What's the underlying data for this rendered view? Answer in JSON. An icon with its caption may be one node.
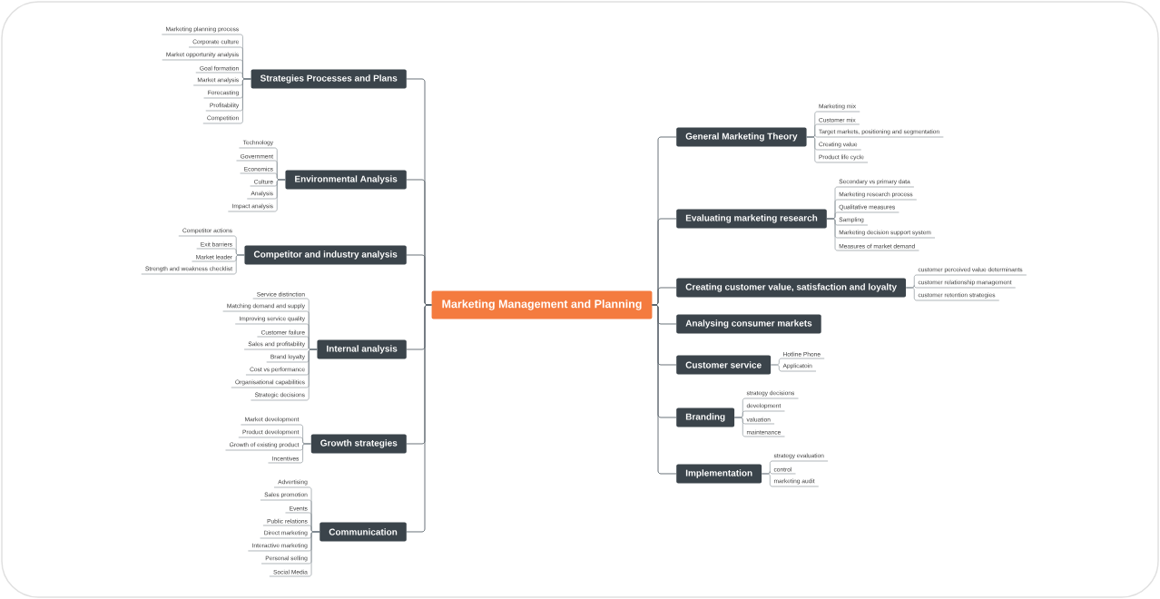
{
  "diagram": {
    "nodes": [
      {
        "text": [
          "Marketing Management and Planning"
        ]
      },
      {
        "text": [
          "Strategies Processes and Plans"
        ]
      },
      {
        "text": [
          "Marketing planning process"
        ]
      },
      {
        "text": [
          "Corporate culture"
        ]
      },
      {
        "text": [
          "Market opportunity analysis"
        ]
      },
      {
        "text": [
          "Goal formation"
        ]
      },
      {
        "text": [
          "Market analysis"
        ]
      },
      {
        "text": [
          "Forecasting"
        ]
      },
      {
        "text": [
          "Profitability"
        ]
      },
      {
        "text": [
          "Competition"
        ]
      },
      {
        "text": [
          "Environmental Analysis"
        ]
      },
      {
        "text": [
          "Technology"
        ]
      },
      {
        "text": [
          "Government"
        ]
      },
      {
        "text": [
          "Economics"
        ]
      },
      {
        "text": [
          "Culture"
        ]
      },
      {
        "text": [
          "Analysis"
        ]
      },
      {
        "text": [
          "Impact analysis"
        ]
      },
      {
        "text": [
          "Competitor and industry analysis"
        ]
      },
      {
        "text": [
          "Competitor actions"
        ]
      },
      {
        "text": [
          "Exit barriers"
        ]
      },
      {
        "text": [
          "Market leader"
        ]
      },
      {
        "text": [
          "Strength and weakness checklist"
        ]
      },
      {
        "text": [
          "Internal analysis"
        ]
      },
      {
        "text": [
          "Service distinction"
        ]
      },
      {
        "text": [
          "Matching demand and supply"
        ]
      },
      {
        "text": [
          "Improving service quality"
        ]
      },
      {
        "text": [
          "Customer failure"
        ]
      },
      {
        "text": [
          "Sales and profitability"
        ]
      },
      {
        "text": [
          "Brand loyalty"
        ]
      },
      {
        "text": [
          "Cost vs performance"
        ]
      },
      {
        "text": [
          "Organisational capabilities"
        ]
      },
      {
        "text": [
          "Strategic decisions"
        ]
      },
      {
        "text": [
          "Growth strategies"
        ]
      },
      {
        "text": [
          "Market development"
        ]
      },
      {
        "text": [
          "Product development"
        ]
      },
      {
        "text": [
          "Growth of existing product"
        ]
      },
      {
        "text": [
          "Incentives"
        ]
      },
      {
        "text": [
          "Communication"
        ]
      },
      {
        "text": [
          "Advertising"
        ]
      },
      {
        "text": [
          "Sales promotion"
        ]
      },
      {
        "text": [
          "Events"
        ]
      },
      {
        "text": [
          "Public relations"
        ]
      },
      {
        "text": [
          "Direct marketing"
        ]
      },
      {
        "text": [
          "Interactive marketing"
        ]
      },
      {
        "text": [
          "Personal selling"
        ]
      },
      {
        "text": [
          "Social Media"
        ]
      },
      {
        "text": [
          "General Marketing Theory"
        ]
      },
      {
        "text": [
          "Marketing mix"
        ]
      },
      {
        "text": [
          "Customer mix"
        ]
      },
      {
        "text": [
          "Target markets, positioning and segmentation"
        ]
      },
      {
        "text": [
          "Creating value"
        ]
      },
      {
        "text": [
          "Product life cycle"
        ]
      },
      {
        "text": [
          "Evaluating marketing research"
        ]
      },
      {
        "text": [
          "Secondary vs primary data"
        ]
      },
      {
        "text": [
          "Marketing research process"
        ]
      },
      {
        "text": [
          "Qualitative measures"
        ]
      },
      {
        "text": [
          "Sampling"
        ]
      },
      {
        "text": [
          "Marketing decision support system"
        ]
      },
      {
        "text": [
          "Measures of market demand"
        ]
      },
      {
        "text": [
          "Creating customer value, satisfaction and loyalty"
        ]
      },
      {
        "text": [
          "customer perceived value determinants"
        ]
      },
      {
        "text": [
          "customer relationship management"
        ]
      },
      {
        "text": [
          "customer retention strategies"
        ]
      },
      {
        "text": [
          "Analysing consumer markets"
        ]
      },
      {
        "text": [
          "Customer service"
        ]
      },
      {
        "text": [
          "Hotline Phone"
        ]
      },
      {
        "text": [
          "Applicatoin"
        ]
      },
      {
        "text": [
          "Branding"
        ]
      },
      {
        "text": [
          "strategy decisions"
        ]
      },
      {
        "text": [
          "development"
        ]
      },
      {
        "text": [
          "valuation"
        ]
      },
      {
        "text": [
          "maintenance"
        ]
      },
      {
        "text": [
          "Implementation"
        ]
      },
      {
        "text": [
          "strategy evaluation"
        ]
      },
      {
        "text": [
          "control"
        ]
      },
      {
        "text": [
          "marketing audit"
        ]
      }
    ],
    "edges": [
      {
        "from": 0,
        "to": 1,
        "arrow": "none"
      },
      {
        "from": 1,
        "to": 2,
        "arrow": "none"
      },
      {
        "from": 1,
        "to": 3,
        "arrow": "none"
      },
      {
        "from": 1,
        "to": 4,
        "arrow": "none"
      },
      {
        "from": 1,
        "to": 5,
        "arrow": "none"
      },
      {
        "from": 1,
        "to": 6,
        "arrow": "none"
      },
      {
        "from": 1,
        "to": 7,
        "arrow": "none"
      },
      {
        "from": 1,
        "to": 8,
        "arrow": "none"
      },
      {
        "from": 1,
        "to": 9,
        "arrow": "none"
      },
      {
        "from": 0,
        "to": 10,
        "arrow": "none"
      },
      {
        "from": 10,
        "to": 11,
        "arrow": "none"
      },
      {
        "from": 10,
        "to": 12,
        "arrow": "none"
      },
      {
        "from": 10,
        "to": 13,
        "arrow": "none"
      },
      {
        "from": 10,
        "to": 14,
        "arrow": "none"
      },
      {
        "from": 10,
        "to": 15,
        "arrow": "none"
      },
      {
        "from": 10,
        "to": 16,
        "arrow": "none"
      },
      {
        "from": 0,
        "to": 17,
        "arrow": "none"
      },
      {
        "from": 17,
        "to": 18,
        "arrow": "none"
      },
      {
        "from": 17,
        "to": 19,
        "arrow": "none"
      },
      {
        "from": 17,
        "to": 20,
        "arrow": "none"
      },
      {
        "from": 17,
        "to": 21,
        "arrow": "none"
      },
      {
        "from": 0,
        "to": 22,
        "arrow": "none"
      },
      {
        "from": 22,
        "to": 23,
        "arrow": "none"
      },
      {
        "from": 22,
        "to": 24,
        "arrow": "none"
      },
      {
        "from": 22,
        "to": 25,
        "arrow": "none"
      },
      {
        "from": 22,
        "to": 26,
        "arrow": "none"
      },
      {
        "from": 22,
        "to": 27,
        "arrow": "none"
      },
      {
        "from": 22,
        "to": 28,
        "arrow": "none"
      },
      {
        "from": 22,
        "to": 29,
        "arrow": "none"
      },
      {
        "from": 22,
        "to": 30,
        "arrow": "none"
      },
      {
        "from": 22,
        "to": 31,
        "arrow": "none"
      },
      {
        "from": 0,
        "to": 32,
        "arrow": "none"
      },
      {
        "from": 32,
        "to": 33,
        "arrow": "none"
      },
      {
        "from": 32,
        "to": 34,
        "arrow": "none"
      },
      {
        "from": 32,
        "to": 35,
        "arrow": "none"
      },
      {
        "from": 32,
        "to": 36,
        "arrow": "none"
      },
      {
        "from": 0,
        "to": 37,
        "arrow": "none"
      },
      {
        "from": 37,
        "to": 38,
        "arrow": "none"
      },
      {
        "from": 37,
        "to": 39,
        "arrow": "none"
      },
      {
        "from": 37,
        "to": 40,
        "arrow": "none"
      },
      {
        "from": 37,
        "to": 41,
        "arrow": "none"
      },
      {
        "from": 37,
        "to": 42,
        "arrow": "none"
      },
      {
        "from": 37,
        "to": 43,
        "arrow": "none"
      },
      {
        "from": 37,
        "to": 44,
        "arrow": "none"
      },
      {
        "from": 37,
        "to": 45,
        "arrow": "none"
      },
      {
        "from": 0,
        "to": 46,
        "arrow": "none"
      },
      {
        "from": 46,
        "to": 47,
        "arrow": "none"
      },
      {
        "from": 46,
        "to": 48,
        "arrow": "none"
      },
      {
        "from": 46,
        "to": 49,
        "arrow": "none"
      },
      {
        "from": 46,
        "to": 50,
        "arrow": "none"
      },
      {
        "from": 46,
        "to": 51,
        "arrow": "none"
      },
      {
        "from": 0,
        "to": 52,
        "arrow": "none"
      },
      {
        "from": 52,
        "to": 53,
        "arrow": "none"
      },
      {
        "from": 52,
        "to": 54,
        "arrow": "none"
      },
      {
        "from": 52,
        "to": 55,
        "arrow": "none"
      },
      {
        "from": 52,
        "to": 56,
        "arrow": "none"
      },
      {
        "from": 52,
        "to": 57,
        "arrow": "none"
      },
      {
        "from": 52,
        "to": 58,
        "arrow": "none"
      },
      {
        "from": 0,
        "to": 59,
        "arrow": "none"
      },
      {
        "from": 59,
        "to": 60,
        "arrow": "none"
      },
      {
        "from": 59,
        "to": 61,
        "arrow": "none"
      },
      {
        "from": 59,
        "to": 62,
        "arrow": "none"
      },
      {
        "from": 0,
        "to": 63,
        "arrow": "none"
      },
      {
        "from": 0,
        "to": 64,
        "arrow": "none"
      },
      {
        "from": 64,
        "to": 65,
        "arrow": "none"
      },
      {
        "from": 64,
        "to": 66,
        "arrow": "none"
      },
      {
        "from": 0,
        "to": 67,
        "arrow": "none"
      },
      {
        "from": 67,
        "to": 68,
        "arrow": "none"
      },
      {
        "from": 67,
        "to": 69,
        "arrow": "none"
      },
      {
        "from": 67,
        "to": 70,
        "arrow": "none"
      },
      {
        "from": 67,
        "to": 71,
        "arrow": "none"
      },
      {
        "from": 0,
        "to": 72,
        "arrow": "none"
      },
      {
        "from": 72,
        "to": 73,
        "arrow": "none"
      },
      {
        "from": 72,
        "to": 74,
        "arrow": "none"
      },
      {
        "from": 72,
        "to": 75,
        "arrow": "none"
      }
    ]
  }
}
